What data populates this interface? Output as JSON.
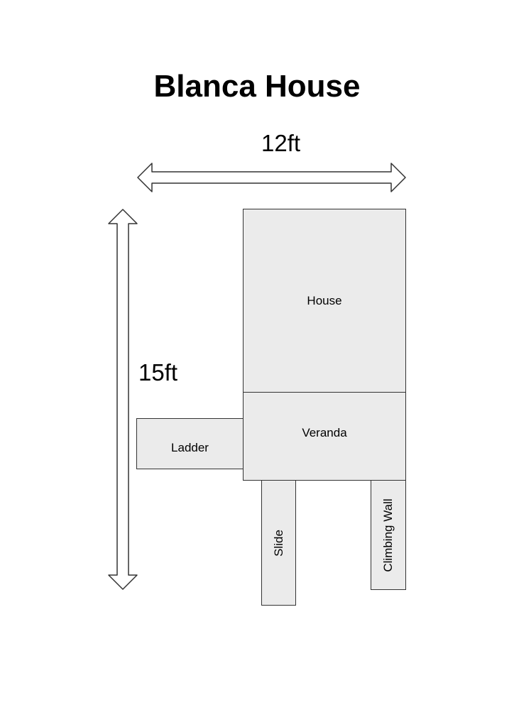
{
  "title": "Blanca House",
  "dimensions": {
    "width": "12ft",
    "height": "15ft"
  },
  "areas": {
    "house": "House",
    "veranda": "Veranda",
    "ladder": "Ladder",
    "slide": "Slide",
    "climbing_wall": "Climbing Wall"
  },
  "colors": {
    "fill": "#ebebeb",
    "stroke": "#333333"
  }
}
